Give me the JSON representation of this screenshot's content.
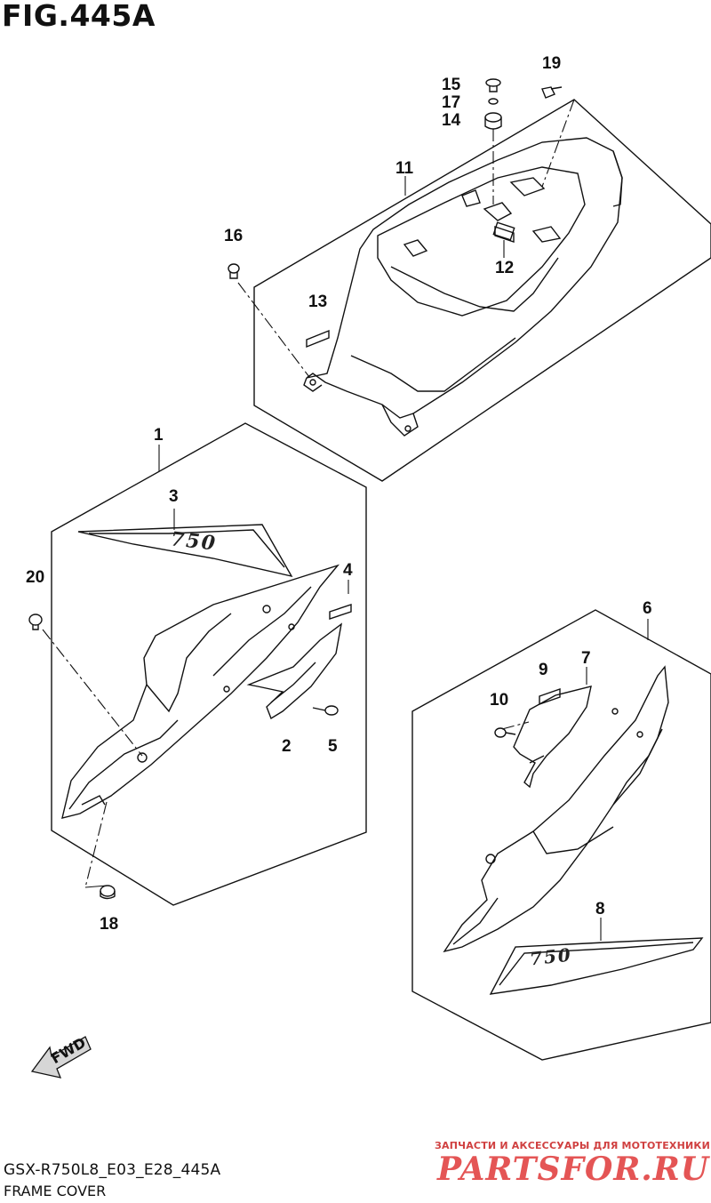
{
  "figure_title": "FIG.445A",
  "callouts": {
    "c1": "1",
    "c2": "2",
    "c3": "3",
    "c4": "4",
    "c5": "5",
    "c6": "6",
    "c7": "7",
    "c8": "8",
    "c9": "9",
    "c10": "10",
    "c11": "11",
    "c12": "12",
    "c13": "13",
    "c14": "14",
    "c15": "15",
    "c16": "16",
    "c17": "17",
    "c18": "18",
    "c19": "19",
    "c20": "20"
  },
  "decal_text": "750",
  "fwd_label": "FWD",
  "footer": {
    "code": "GSX-R750L8_E03_E28_445A",
    "name": "FRAME COVER"
  },
  "watermark": {
    "subtitle": "ЗАПЧАСТИ И АКСЕССУАРЫ ДЛЯ МОТОТЕХНИКИ",
    "logo": "PARTSFOR.RU",
    "color": "#e03838"
  }
}
